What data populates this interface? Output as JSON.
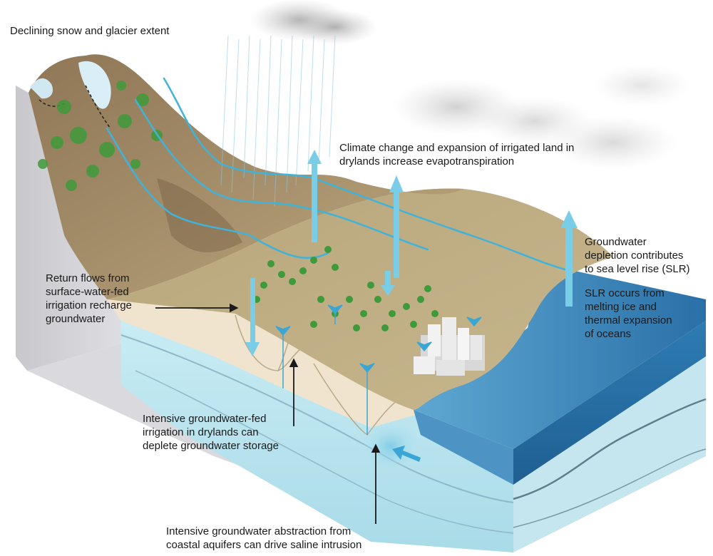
{
  "labels": {
    "snow_glacier": [
      "Declining snow and glacier extent"
    ],
    "evapotranspiration": [
      "Climate change and expansion of irrigated land in",
      "drylands increase evapotranspiration"
    ],
    "gw_depletion_slr": [
      "Groundwater",
      "depletion contributes",
      "to sea level rise (SLR)"
    ],
    "slr_causes": [
      "SLR occurs from",
      "melting ice and",
      "thermal expansion",
      "of oceans"
    ],
    "return_flows": [
      "Return flows from",
      "surface-water-fed",
      "irrigation recharge",
      "groundwater"
    ],
    "gw_irrigation": [
      "Intensive groundwater-fed",
      "irrigation in drylands can",
      "deplete groundwater storage"
    ],
    "saline_intrusion": [
      "Intensive groundwater abstraction from",
      "coastal aquifers can drive saline intrusion"
    ]
  },
  "colors": {
    "terrain": "#b9a57b",
    "terrain_dark": "#8a7353",
    "vegetation": "#3f9a3a",
    "river": "#3fb3d9",
    "aquifer": "#bfe6f0",
    "ocean": "#2f7fb5",
    "arrow": "#79cde6",
    "sand": "#f1e4cf",
    "city": "#ececec",
    "pointer": "#1a1a1a"
  },
  "icons": {
    "arrows": "upward-arrow",
    "wells": "well-icon",
    "city": "city-block-icon",
    "clouds": "cloud-icon"
  }
}
